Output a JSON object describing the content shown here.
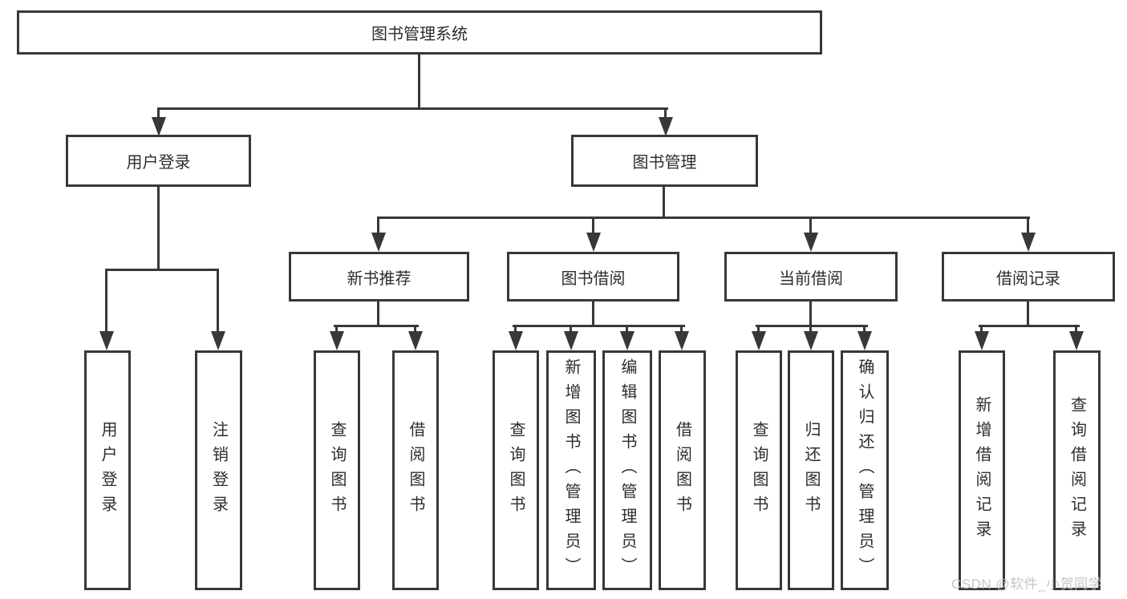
{
  "diagram": {
    "root": {
      "label": "图书管理系统"
    },
    "level2": [
      {
        "label": "用户登录"
      },
      {
        "label": "图书管理"
      }
    ],
    "level3": [
      {
        "label": "新书推荐"
      },
      {
        "label": "图书借阅"
      },
      {
        "label": "当前借阅"
      },
      {
        "label": "借阅记录"
      }
    ],
    "leaves": {
      "user_login": [
        "用户登录",
        "注销登录"
      ],
      "new_books": [
        "查询图书",
        "借阅图书"
      ],
      "book_borrow": [
        "查询图书",
        "新增图书（管理员）",
        "编辑图书（管理员）",
        "借阅图书"
      ],
      "current_borrow": [
        "查询图书",
        "归还图书",
        "确认归还（管理员）"
      ],
      "borrow_records": [
        "新增借阅记录",
        "查询借阅记录"
      ]
    }
  },
  "watermark": {
    "text": "CSDN @软件_小贺同学"
  },
  "colors": {
    "line": "#383838",
    "text": "#2d2d2d",
    "background": "#ffffff",
    "watermark": "#c6bebf"
  }
}
